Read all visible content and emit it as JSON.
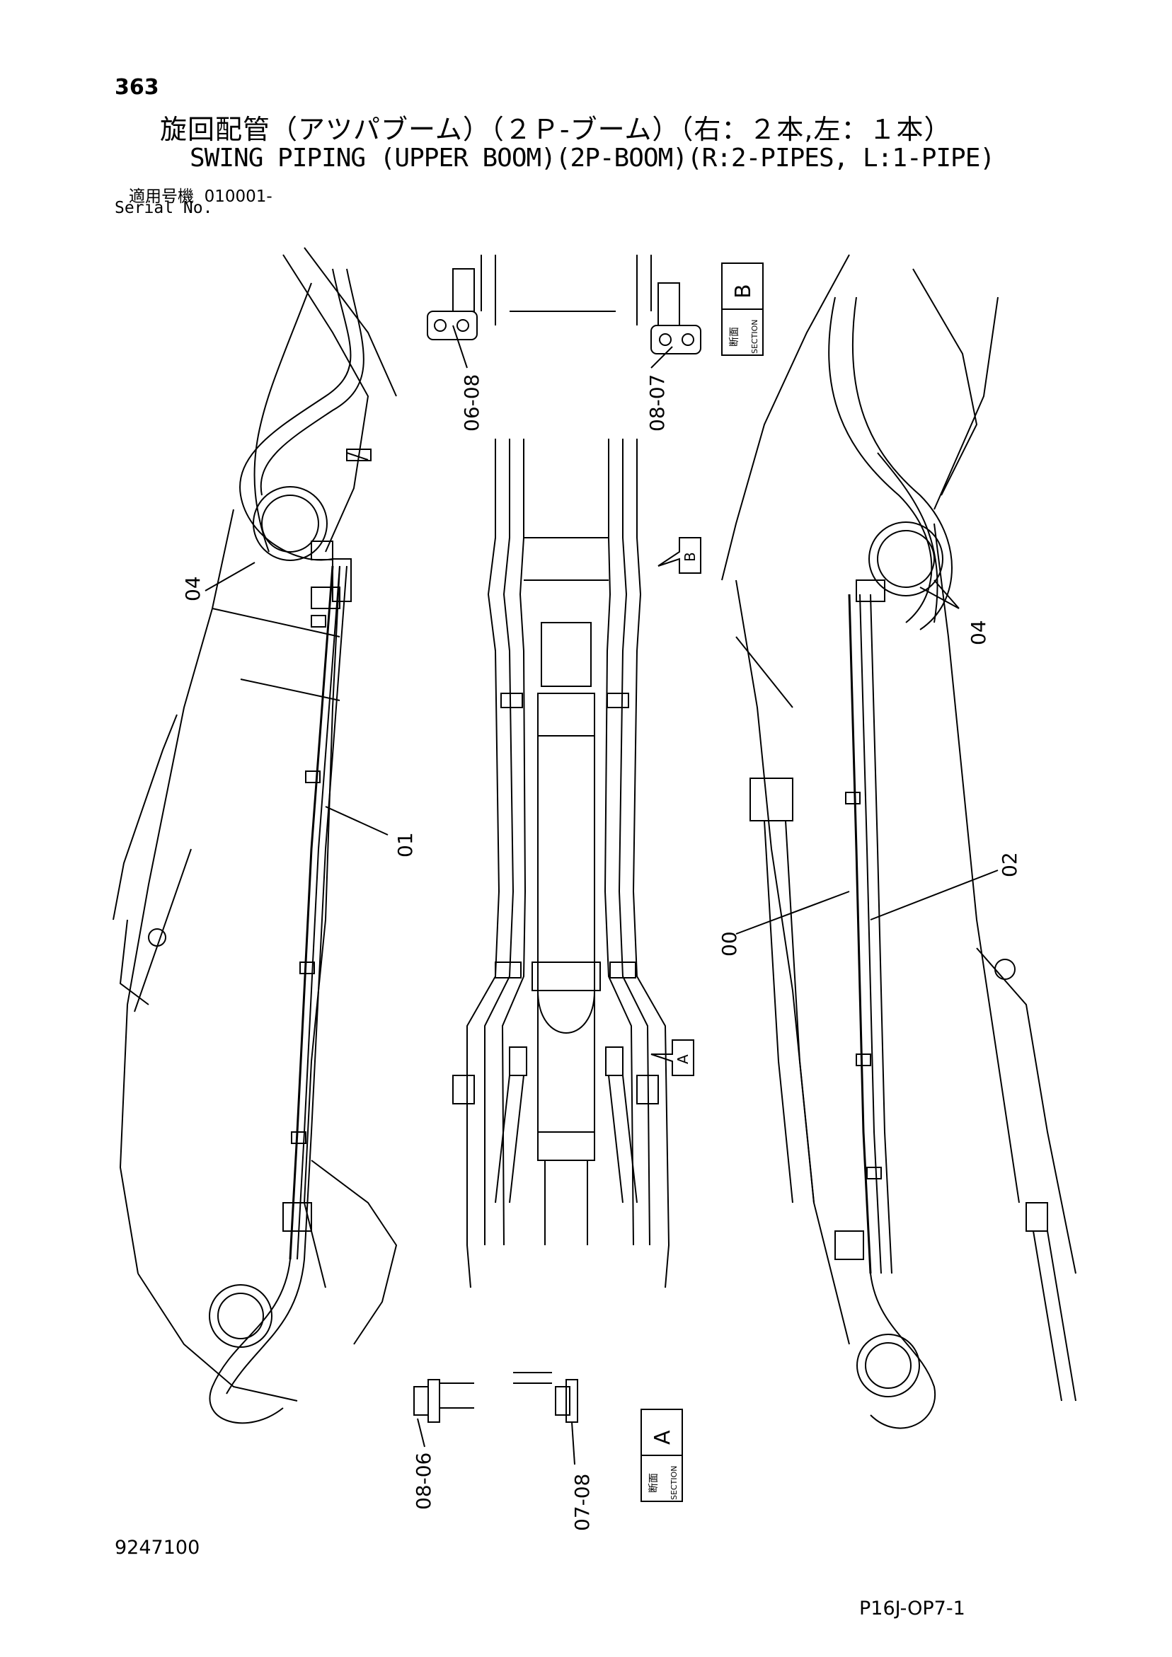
{
  "header": {
    "page_number": "363",
    "title_jp": "旋回配管（アツパブーム）（２Ｐ-ブーム）（右：２本,左：１本）",
    "title_en": "SWING PIPING (UPPER BOOM)(2P-BOOM)(R:2-PIPES, L:1-PIPE)",
    "serial_label_jp": "適用号機",
    "serial_value": "010001-",
    "serial_label_en": "Serial No."
  },
  "callouts": {
    "c04_left": "04",
    "c01": "01",
    "c02": "02",
    "c00": "00",
    "c04_right": "04",
    "b_left": "06-08",
    "b_right": "08-07",
    "a_left": "08-06",
    "a_right": "07-08"
  },
  "section_b": {
    "letter": "B",
    "jp": "断面",
    "en": "SECTION"
  },
  "section_a": {
    "letter": "A",
    "jp": "断面",
    "en": "SECTION"
  },
  "view_arrows": {
    "b": "B",
    "a": "A"
  },
  "footer": {
    "doc_number": "9247100",
    "page_code": "P16J-OP7-1"
  }
}
